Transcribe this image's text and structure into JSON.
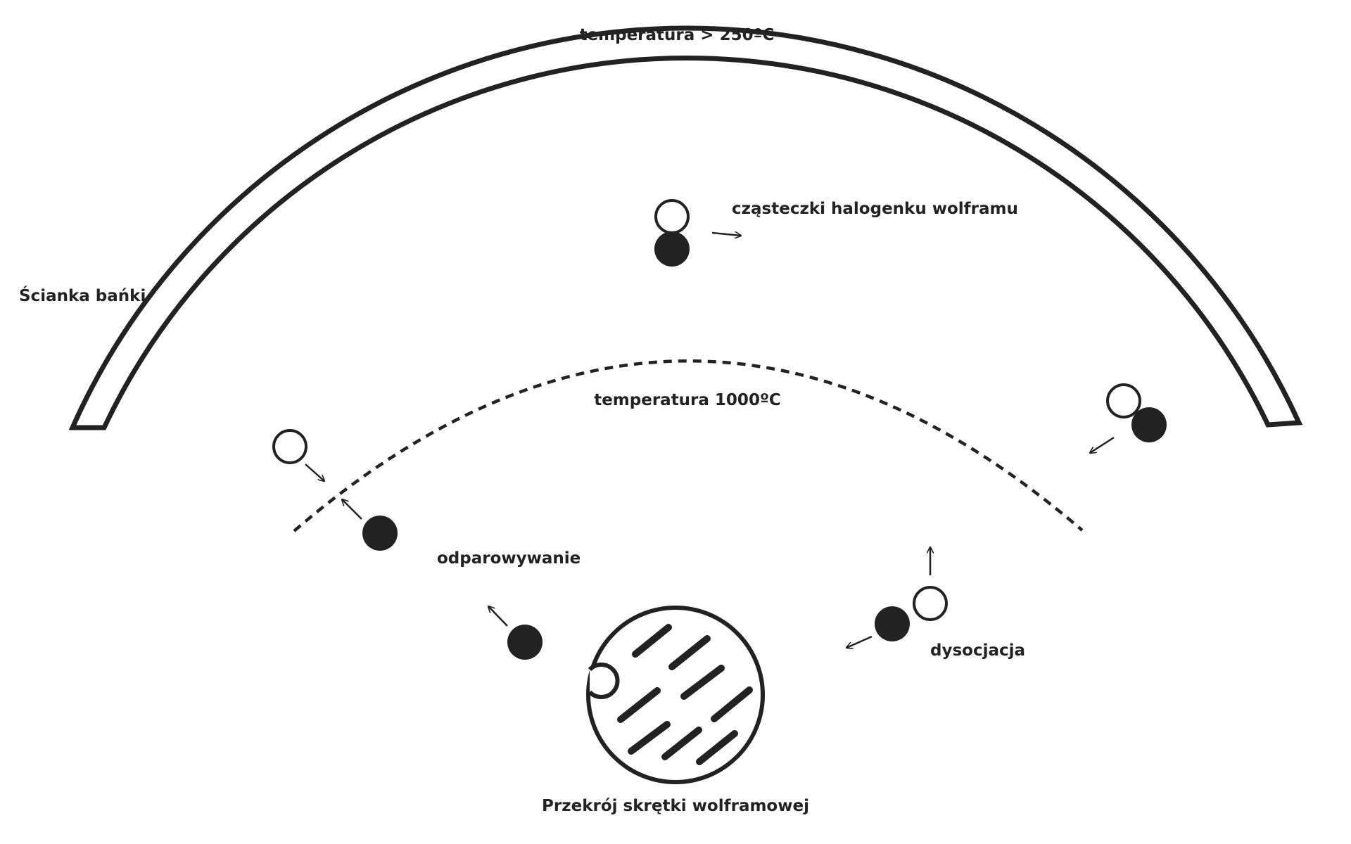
{
  "labels": {
    "outer_temperature": "temperatura > 250ºC",
    "inner_temperature": "temperatura 1000ºC",
    "bulb_wall": "Ścianka bańki",
    "halide_molecules": "cząsteczki halogenku wolframu",
    "evaporation": "odparowywanie",
    "dissociation": "dysocjacja",
    "filament_cross_section": "Przekrój skrętki wolframowej"
  },
  "colors": {
    "ink": "#222222",
    "background": "#ffffff"
  }
}
